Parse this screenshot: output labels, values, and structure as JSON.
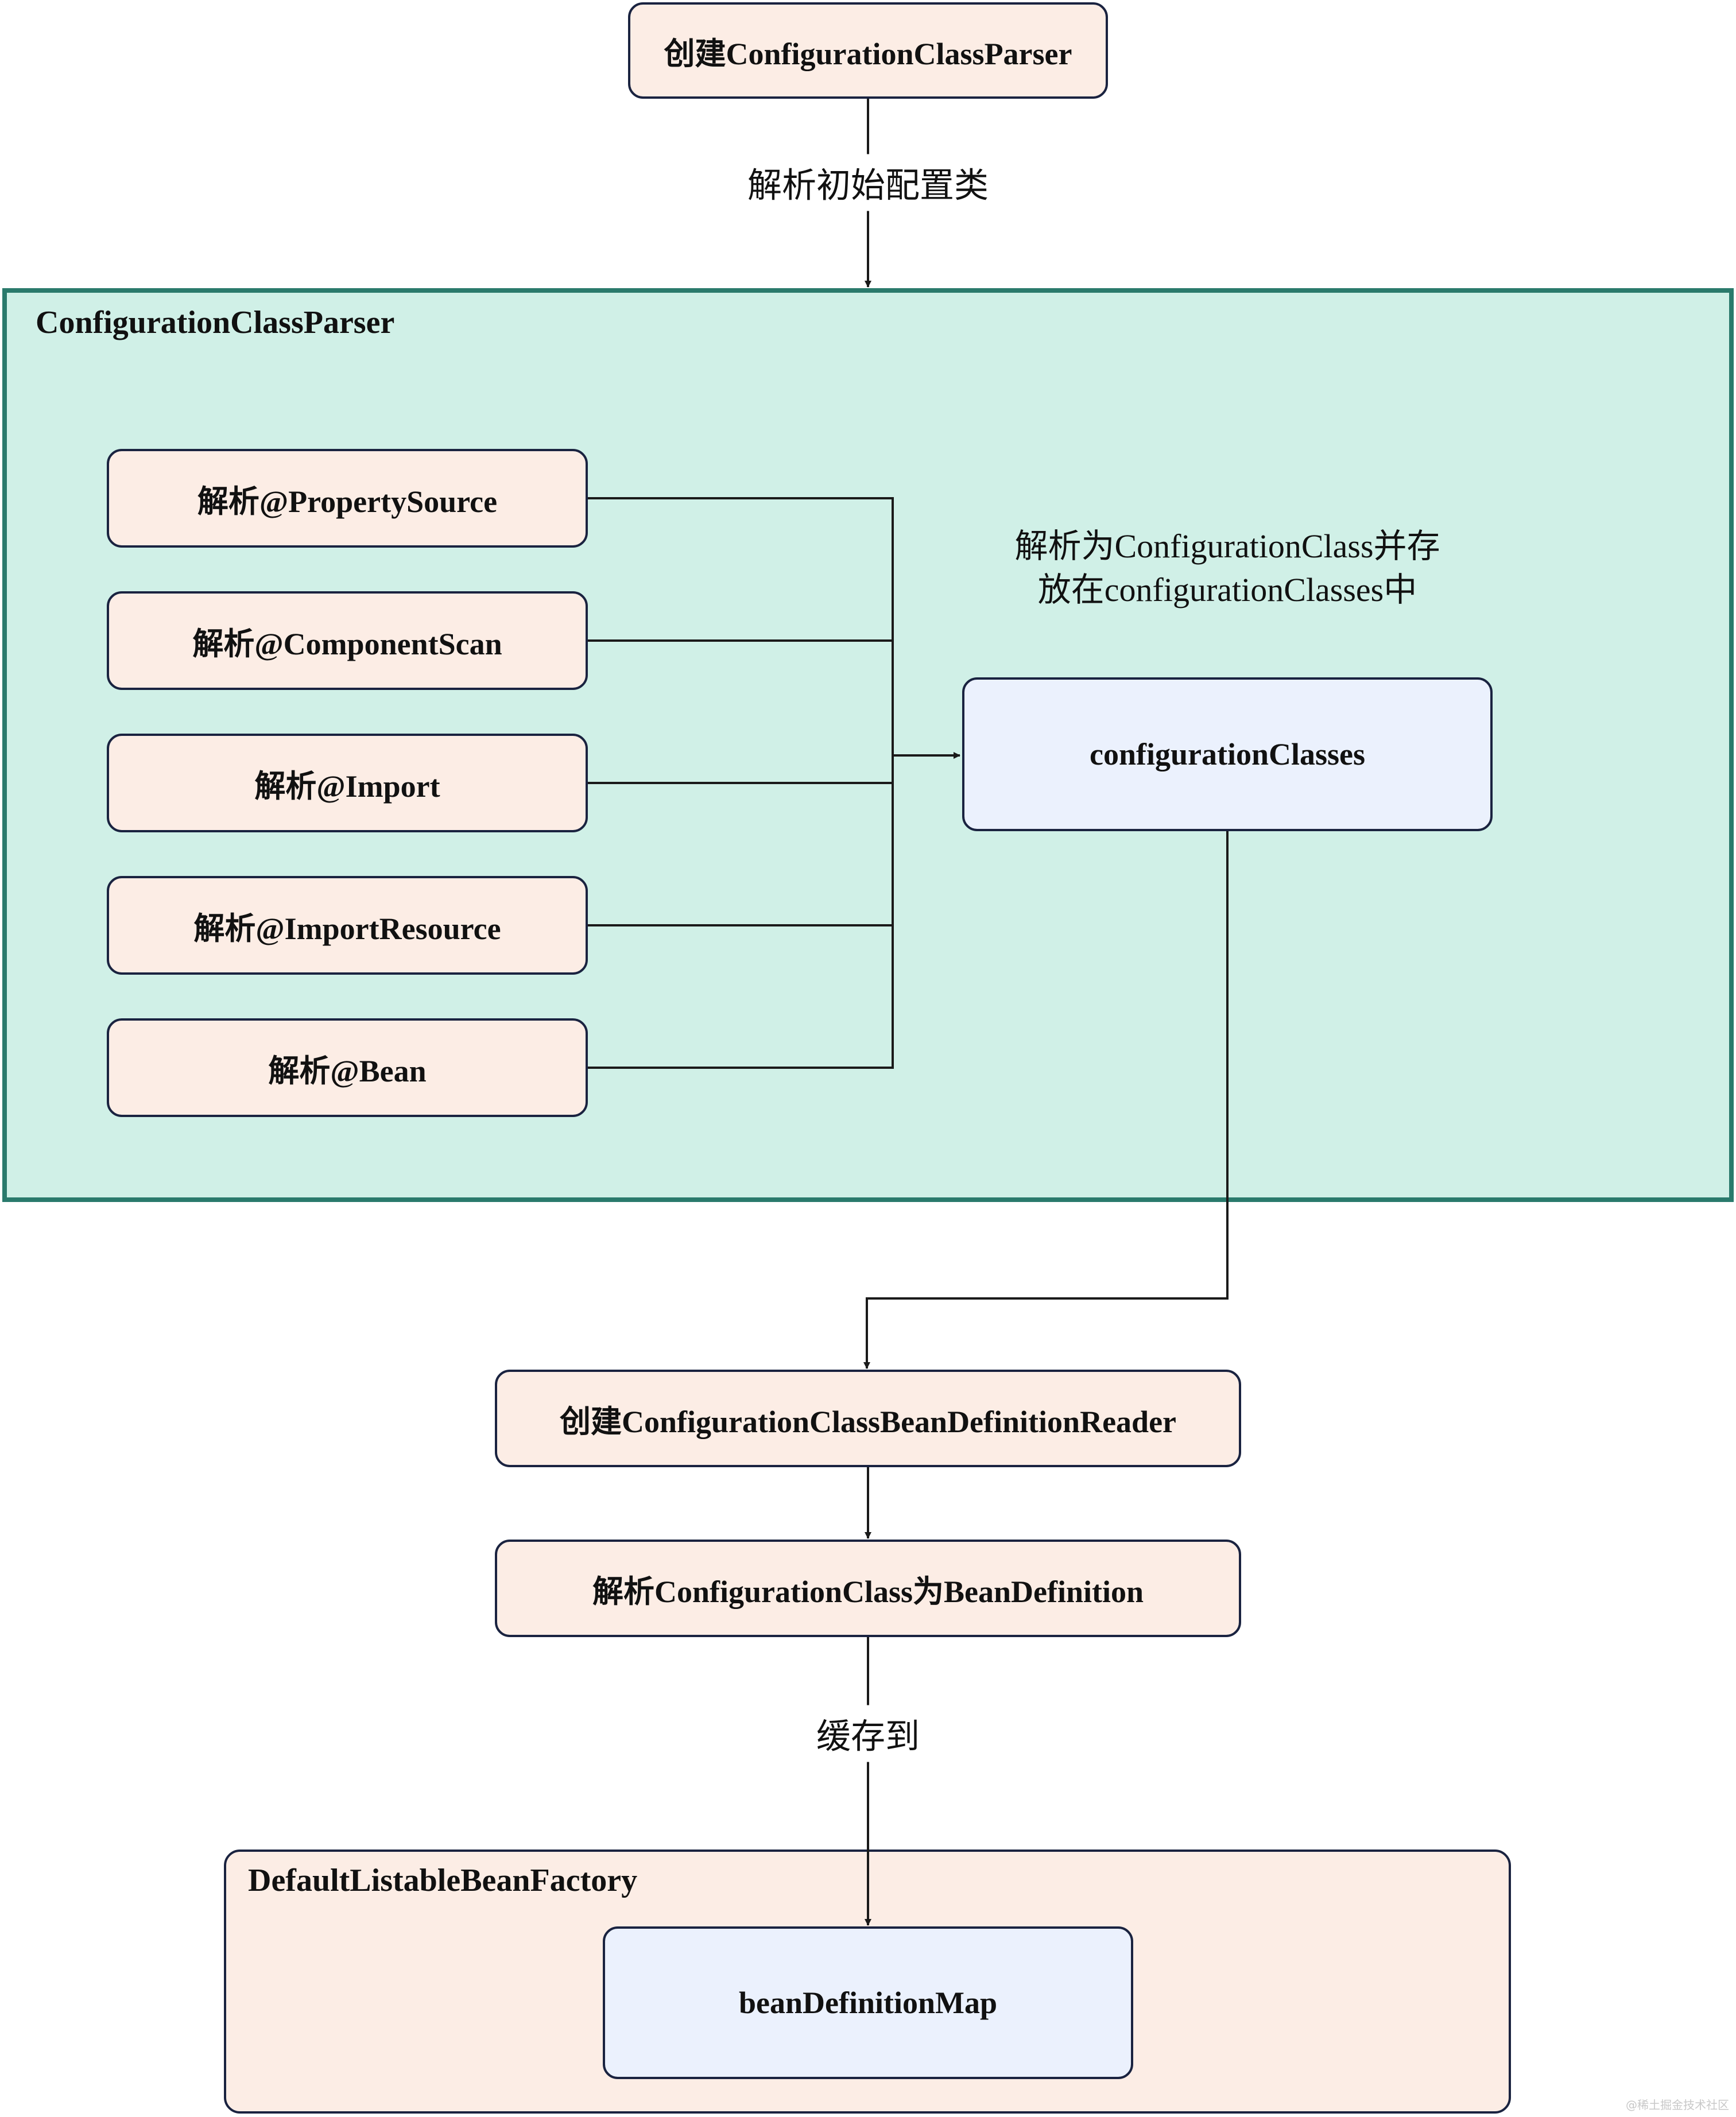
{
  "nodes": {
    "create_parser": "创建ConfigurationClassParser",
    "parse_property_source": "解析@PropertySource",
    "parse_component_scan": "解析@ComponentScan",
    "parse_import": "解析@Import",
    "parse_import_resource": "解析@ImportResource",
    "parse_bean": "解析@Bean",
    "configuration_classes": "configurationClasses",
    "create_reader": "创建ConfigurationClassBeanDefinitionReader",
    "parse_to_bean_definition": "解析ConfigurationClass为BeanDefinition",
    "bean_definition_map": "beanDefinitionMap"
  },
  "containers": {
    "parser": "ConfigurationClassParser",
    "bean_factory": "DefaultListableBeanFactory"
  },
  "edge_labels": {
    "parse_initial": "解析初始配置类",
    "cache_to": "缓存到"
  },
  "notes": {
    "store_line1": "解析为ConfigurationClass并存",
    "store_line2": "放在configurationClasses中"
  },
  "colors": {
    "node_fill": "#fcede5",
    "highlight_fill": "#ebf1fd",
    "container_fill": "#d0f0e7",
    "container_border": "#2a7a6c",
    "line": "#1a1a1a"
  },
  "watermark": "@稀土掘金技术社区"
}
